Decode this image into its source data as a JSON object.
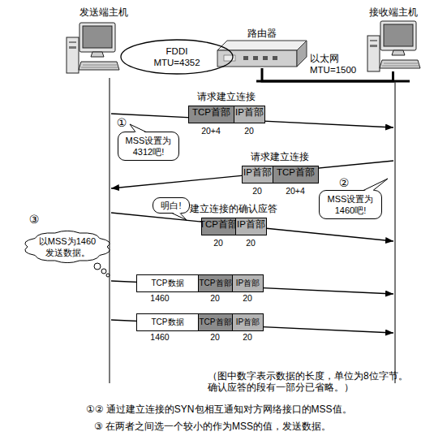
{
  "diagram": {
    "nodes": [
      {
        "text": [
          "发送端主机"
        ]
      },
      {
        "text": [
          "FDDI MTU=4352"
        ]
      },
      {
        "text": [
          "路由器"
        ]
      },
      {
        "text": [
          "接收端主机"
        ]
      },
      {
        "text": [
          "请求建立连接"
        ]
      },
      {
        "text": [
          "TCP首部"
        ],
        "in": 4
      },
      {
        "text": [
          "IP首部"
        ],
        "in": 4
      },
      {
        "text": [
          "MSS设置为 4312吧!"
        ]
      },
      {
        "text": [
          "请求建立连接"
        ]
      },
      {
        "text": [
          "IP首部"
        ],
        "in": 8
      },
      {
        "text": [
          "TCP首部"
        ],
        "in": 8
      },
      {
        "text": [
          "MSS设置为 1460吧!"
        ]
      },
      {
        "text": [
          "明白!"
        ]
      },
      {
        "text": [
          "建立连接的确认应答"
        ]
      },
      {
        "text": [
          "TCP首部"
        ],
        "in": 13
      },
      {
        "text": [
          "IP首部"
        ],
        "in": 13
      },
      {
        "text": [
          "以MSS为1460 发送数据。"
        ]
      },
      {
        "text": [
          "TCP数据"
        ]
      },
      {
        "text": [
          "TCP首部"
        ]
      },
      {
        "text": [
          "IP首部"
        ]
      },
      {
        "text": [
          "TCP数据"
        ]
      },
      {
        "text": [
          "TCP首部"
        ]
      },
      {
        "text": [
          "IP首部"
        ]
      }
    ],
    "edges": [
      {
        "from": 2,
        "to": 3,
        "arrow": "none",
        "label": "以太网 MTU=1500"
      }
    ],
    "labels": [
      "①",
      "20+4",
      "20",
      "②",
      "20",
      "20+4",
      "20",
      "20",
      "③",
      "1460",
      "20",
      "20",
      "1460",
      "20",
      "20",
      "（图中数字表示数据的长度，单位为8位字节。 确认应答的段有一部分已省略。）",
      "①② 通过建立连接的SYN包相互通知对方网络接口的MSS值。",
      "③ 在两者之间选一个较小的作为MSS的值，发送数据。"
    ]
  }
}
